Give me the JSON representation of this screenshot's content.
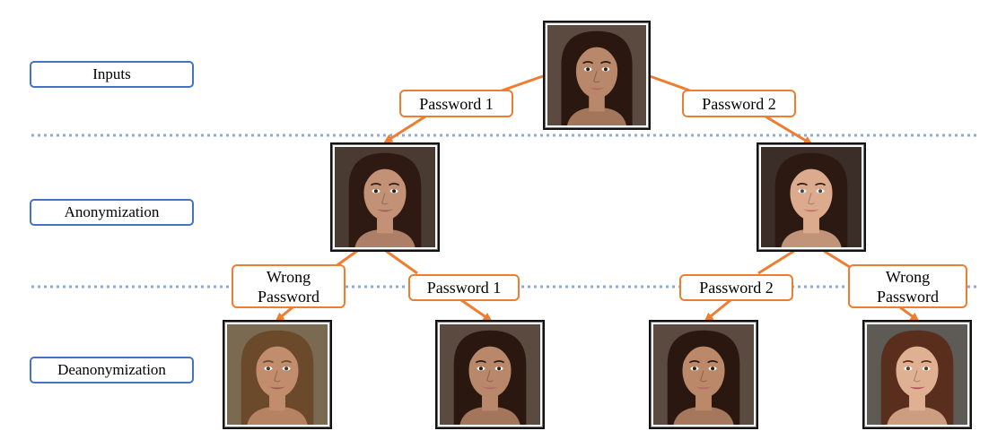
{
  "stages": [
    {
      "id": "inputs",
      "label": "Inputs"
    },
    {
      "id": "anonymization",
      "label": "Anonymization"
    },
    {
      "id": "deanonymization",
      "label": "Deanonymization"
    }
  ],
  "passwords": {
    "top_left": "Password 1",
    "top_right": "Password 2",
    "bottom_1": "Wrong\nPassword",
    "bottom_2": "Password 1",
    "bottom_3": "Password 2",
    "bottom_4": "Wrong\nPassword"
  },
  "faces": {
    "input": {
      "skin": "#b9876a",
      "hair": "#2a1810",
      "lips": "#b5656a",
      "eyes": "#2b1c14",
      "bg": "#5a4a40"
    },
    "anon_1": {
      "skin": "#c39276",
      "hair": "#2e1a12",
      "lips": "#9f5e58",
      "eyes": "#2b1c14",
      "bg": "#4a3b32"
    },
    "anon_2": {
      "skin": "#dcaa8c",
      "hair": "#2c1a12",
      "lips": "#c26a72",
      "eyes": "#3a5050",
      "bg": "#3b2e28"
    },
    "deanon_wrong_1": {
      "skin": "#c28d6c",
      "hair": "#6b4a2c",
      "lips": "#9a5a50",
      "eyes": "#3d3a36",
      "bg": "#7a6a52"
    },
    "deanon_pw1": {
      "skin": "#b9876a",
      "hair": "#2a1810",
      "lips": "#b5656a",
      "eyes": "#2b1c14",
      "bg": "#5a4a40"
    },
    "deanon_pw2": {
      "skin": "#bb886a",
      "hair": "#2a1810",
      "lips": "#b5656a",
      "eyes": "#2b1c14",
      "bg": "#5a4a40"
    },
    "deanon_wrong_2": {
      "skin": "#e0b092",
      "hair": "#5a2e1c",
      "lips": "#b24a5a",
      "eyes": "#4a3a2a",
      "bg": "#5e5a56"
    }
  },
  "colors": {
    "password_border": "#ed7d31",
    "stage_border": "#4472c4",
    "arrow": "#ed7d31",
    "divider": "#8faadc"
  }
}
